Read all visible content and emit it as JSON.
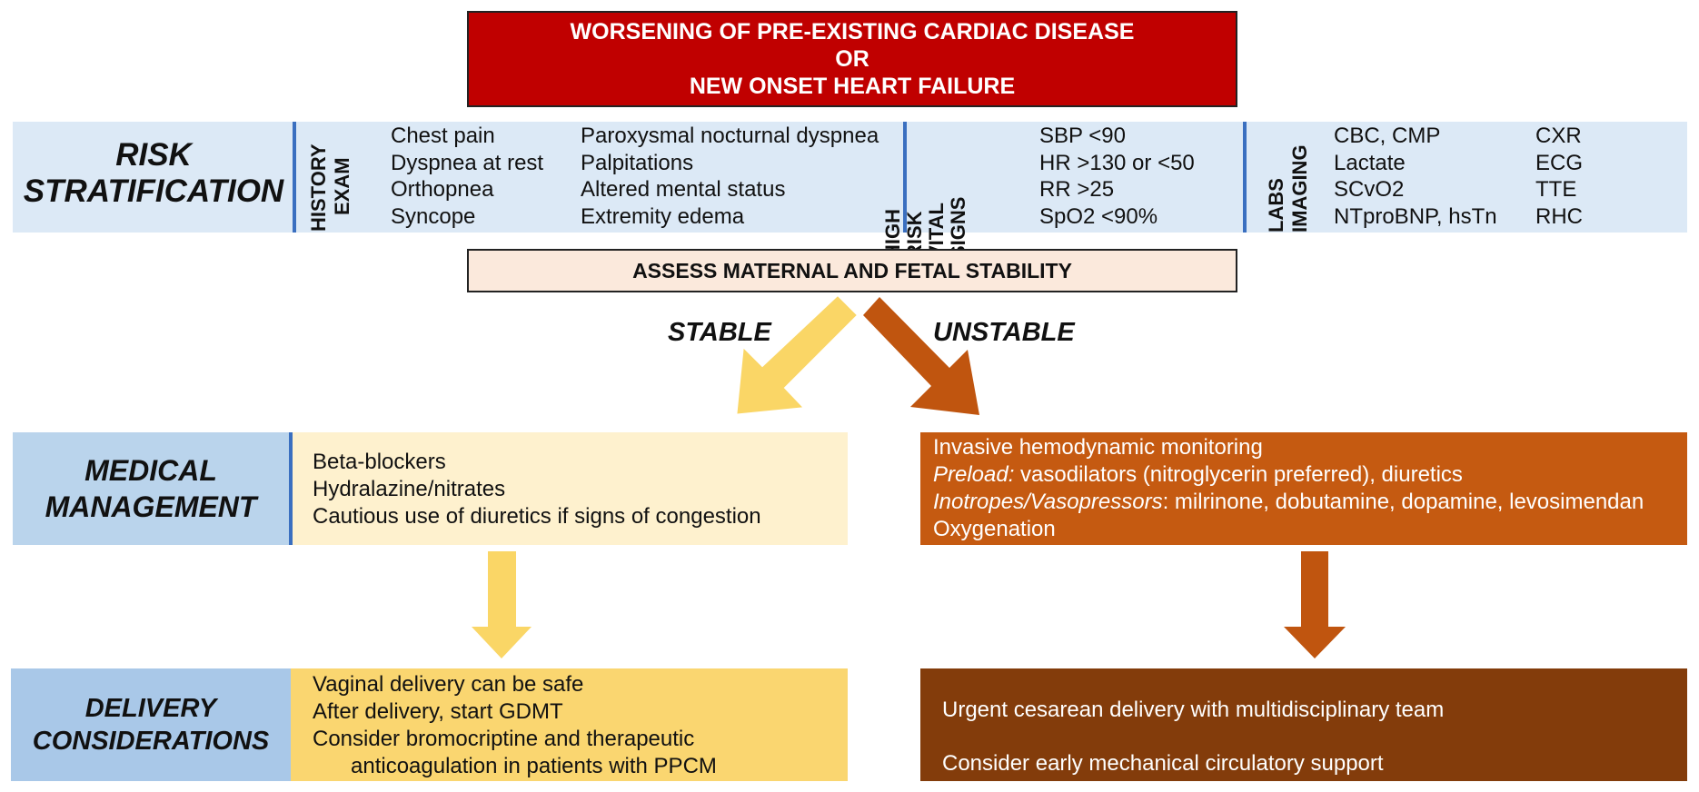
{
  "header": {
    "line1": "WORSENING OF PRE-EXISTING CARDIAC DISEASE",
    "line2": "OR",
    "line3": "NEW ONSET HEART FAILURE"
  },
  "risk": {
    "title_line1": "RISK",
    "title_line2": "STRATIFICATION",
    "history": {
      "label_line1": "HISTORY",
      "label_line2": "EXAM",
      "col1": [
        "Chest pain",
        "Dyspnea at rest",
        "Orthopnea",
        "Syncope"
      ],
      "col2": [
        "Paroxysmal nocturnal dyspnea",
        "Palpitations",
        "Altered mental status",
        "Extremity edema"
      ]
    },
    "vitals": {
      "label_line1": "HIGH",
      "label_line2": "RISK",
      "label_line3": "VITAL",
      "label_line4": "SIGNS",
      "items": [
        "SBP <90",
        "HR >130 or <50",
        "RR >25",
        "SpO2 <90%"
      ]
    },
    "labs": {
      "label_line1": "LABS",
      "label_line2": "IMAGING",
      "col1": [
        "CBC, CMP",
        "Lactate",
        "SCvO2",
        "NTproBNP, hsTn"
      ],
      "col2": [
        "CXR",
        "ECG",
        "TTE",
        "RHC"
      ]
    }
  },
  "assess": {
    "text": "ASSESS MATERNAL AND FETAL STABILITY"
  },
  "branches": {
    "stable": "STABLE",
    "unstable": "UNSTABLE"
  },
  "medical": {
    "title_line1": "MEDICAL",
    "title_line2": "MANAGEMENT",
    "stable_items": [
      "Beta-blockers",
      "Hydralazine/nitrates",
      "Cautious use of diuretics if signs of congestion"
    ],
    "unstable": {
      "line1": "Invasive hemodynamic monitoring",
      "line2_prefix": "Preload:",
      "line2_rest": " vasodilators (nitroglycerin preferred), diuretics",
      "line3_prefix": "Inotropes/Vasopressors",
      "line3_rest": ": milrinone, dobutamine, dopamine, levosimendan",
      "line4": "Oxygenation"
    }
  },
  "delivery": {
    "title_line1": "DELIVERY",
    "title_line2": "CONSIDERATIONS",
    "stable_items": [
      "Vaginal delivery can be safe",
      "After delivery, start GDMT",
      "Consider bromocriptine and therapeutic"
    ],
    "stable_indent": "anticoagulation in patients with PPCM",
    "unstable_items": [
      "Urgent cesarean delivery with multidisciplinary team",
      "Consider early mechanical circulatory support"
    ]
  },
  "colors": {
    "banner": "#c00000",
    "stable_arrow": "#fad666",
    "unstable_arrow": "#c0550f",
    "stable_med_panel": "#fef1ce",
    "stable_delivery_panel": "#fad670",
    "unstable_med_panel": "#c55a11",
    "unstable_delivery_panel": "#833c0b"
  }
}
